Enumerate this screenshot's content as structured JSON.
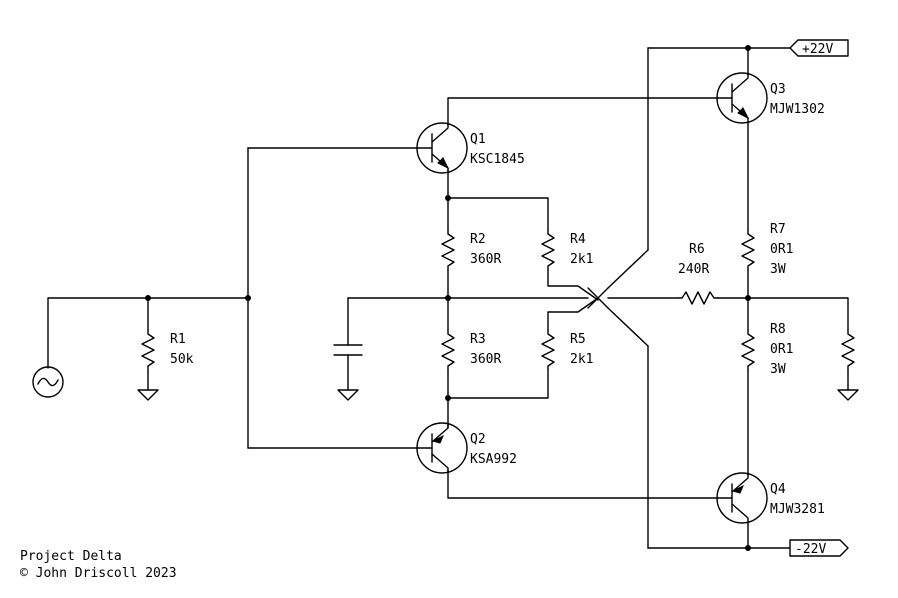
{
  "components": {
    "R1": {
      "ref": "R1",
      "value": "50k"
    },
    "R2": {
      "ref": "R2",
      "value": "360R"
    },
    "R3": {
      "ref": "R3",
      "value": "360R"
    },
    "R4": {
      "ref": "R4",
      "value": "2k1"
    },
    "R5": {
      "ref": "R5",
      "value": "2k1"
    },
    "R6": {
      "ref": "R6",
      "value": "240R"
    },
    "R7": {
      "ref": "R7",
      "value": "0R1",
      "power": "3W"
    },
    "R8": {
      "ref": "R8",
      "value": "0R1",
      "power": "3W"
    },
    "Q1": {
      "ref": "Q1",
      "part": "KSC1845"
    },
    "Q2": {
      "ref": "Q2",
      "part": "KSA992"
    },
    "Q3": {
      "ref": "Q3",
      "part": "MJW1302"
    },
    "Q4": {
      "ref": "Q4",
      "part": "MJW3281"
    }
  },
  "rails": {
    "positive": "+22V",
    "negative": "-22V"
  },
  "footer": {
    "project": "Project Delta",
    "copyright": "© John Driscoll 2023"
  }
}
